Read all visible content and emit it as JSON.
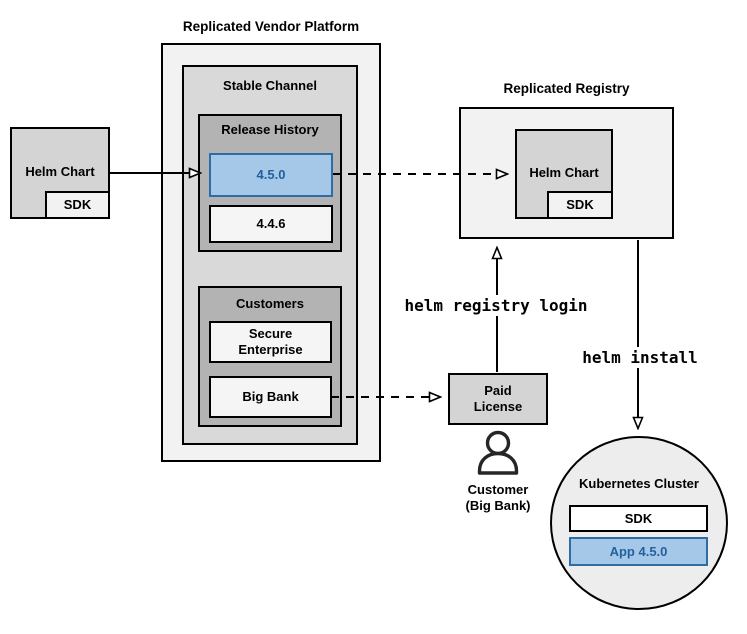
{
  "colors": {
    "blue_fill": "#a6c8e8",
    "blue_border": "#2e6da4",
    "blue_text": "#21619e"
  },
  "vendor_platform": {
    "title": "Replicated Vendor Platform",
    "stable_channel": {
      "label": "Stable Channel",
      "release_history": {
        "label": "Release History",
        "releases": [
          {
            "version": "4.5.0",
            "highlighted": true
          },
          {
            "version": "4.4.6",
            "highlighted": false
          }
        ]
      },
      "customers": {
        "label": "Customers",
        "items": [
          {
            "name": "Secure Enterprise"
          },
          {
            "name": "Big Bank"
          }
        ]
      }
    }
  },
  "helm_chart_source": {
    "label": "Helm Chart",
    "sdk": "SDK"
  },
  "registry": {
    "title": "Replicated Registry",
    "helm_chart": "Helm Chart",
    "sdk": "SDK"
  },
  "paid_license": {
    "label": "Paid License"
  },
  "customer": {
    "name": "Customer",
    "detail": "(Big Bank)"
  },
  "kubernetes_cluster": {
    "title": "Kubernetes Cluster",
    "sdk": "SDK",
    "app": "App 4.5.0"
  },
  "commands": {
    "registry_login": "helm registry login",
    "install": "helm install"
  }
}
